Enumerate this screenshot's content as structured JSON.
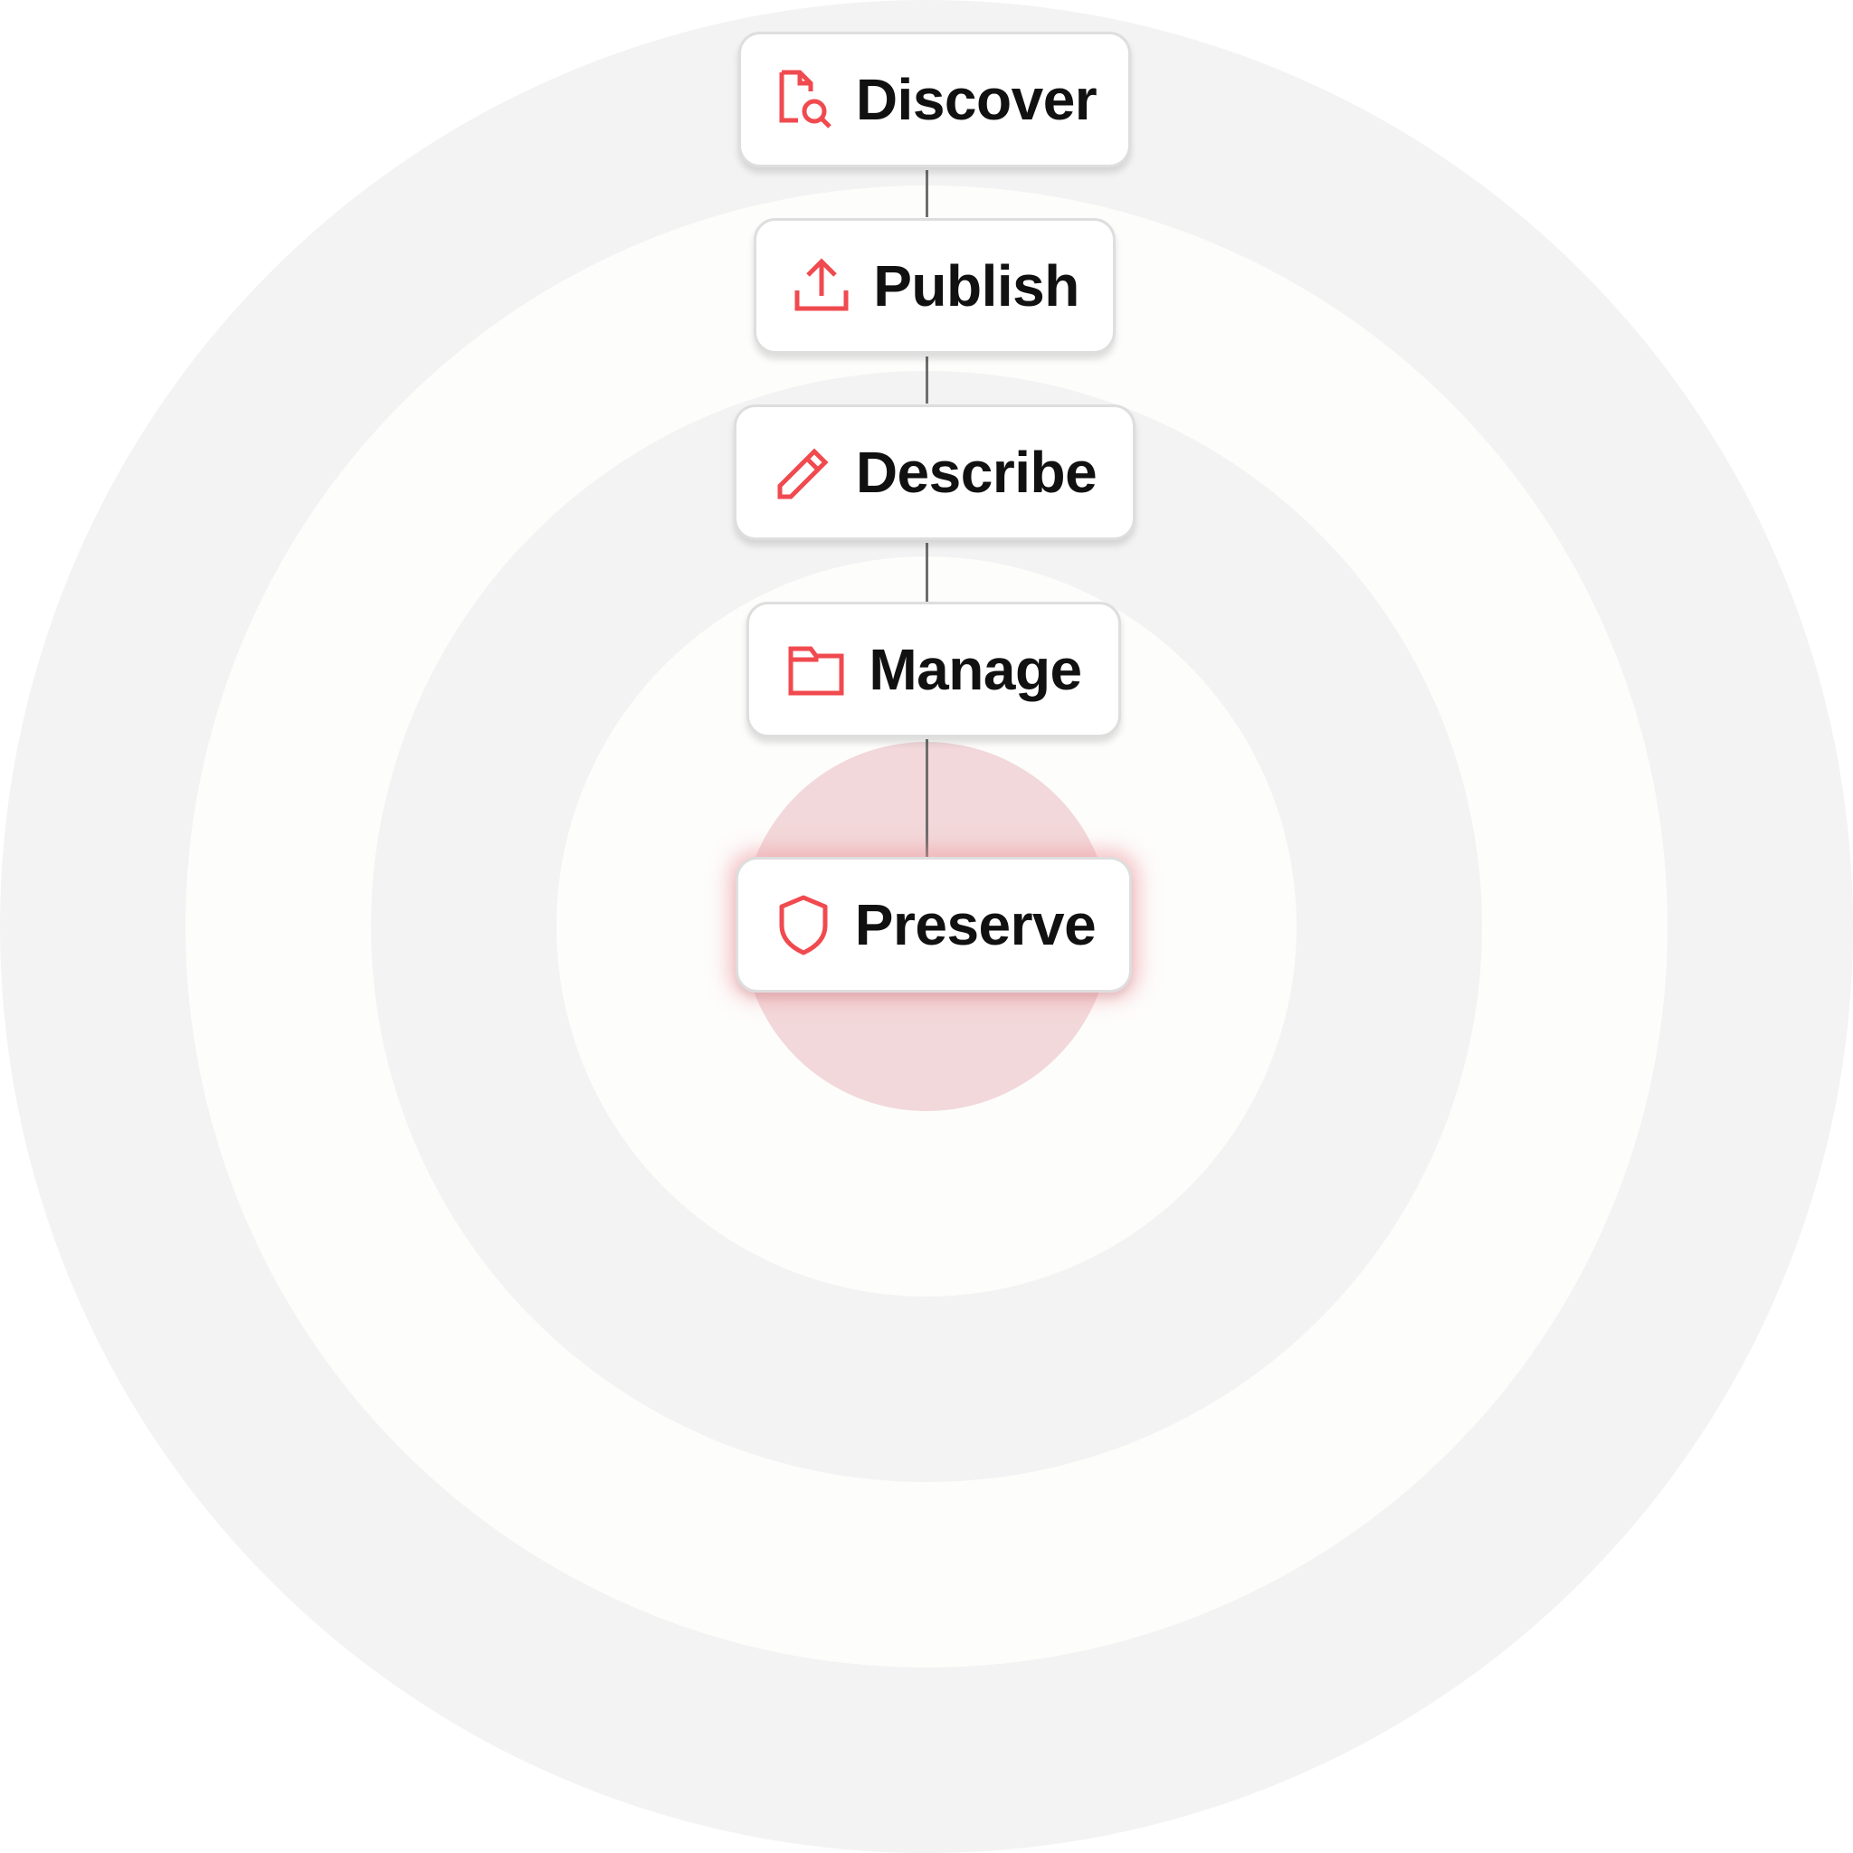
{
  "colors": {
    "accent": "#f04a4f",
    "ring_gray": "#f3f3f3",
    "ring_light": "#fdfdfc",
    "center_pink": "#f2d8da",
    "connector": "#6e6e6e"
  },
  "stages": [
    {
      "label": "Discover",
      "icon": "document-search-icon"
    },
    {
      "label": "Publish",
      "icon": "upload-icon"
    },
    {
      "label": "Describe",
      "icon": "pencil-icon"
    },
    {
      "label": "Manage",
      "icon": "folder-icon"
    },
    {
      "label": "Preserve",
      "icon": "shield-icon",
      "highlighted": true
    }
  ]
}
